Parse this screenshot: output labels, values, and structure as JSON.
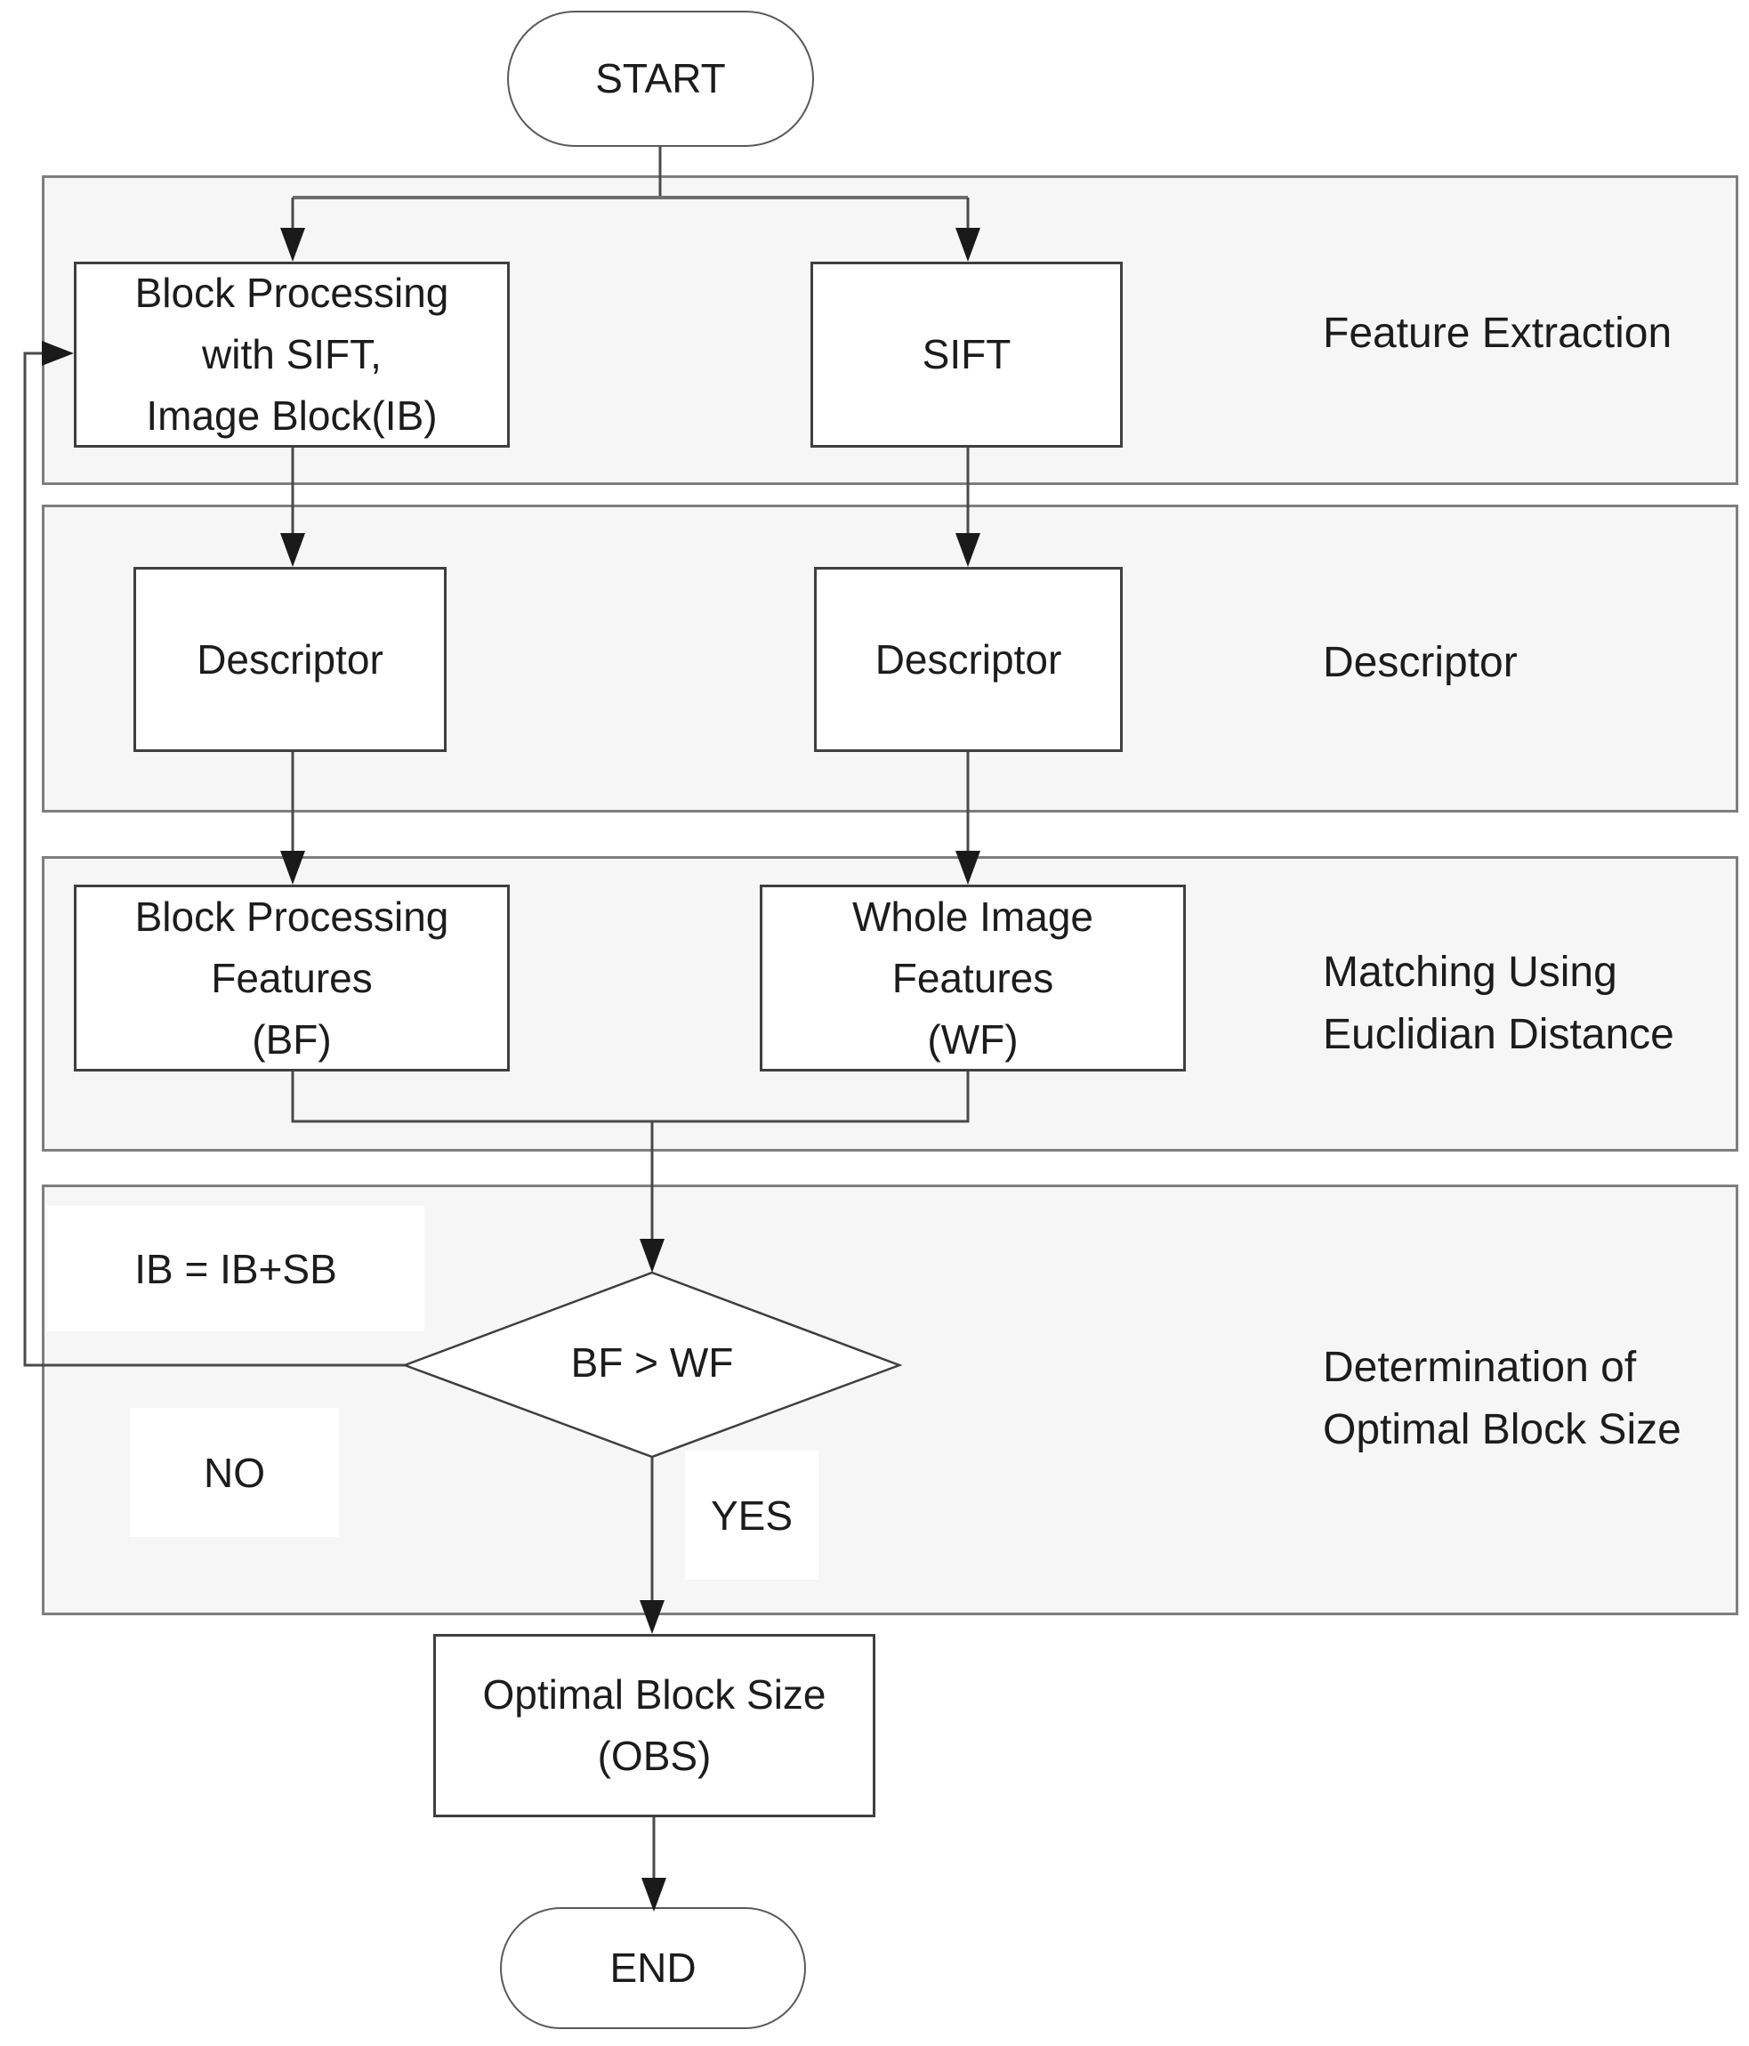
{
  "title": "Optimal block size determination flowchart",
  "nodes": {
    "start": "START",
    "block_processing": "Block Processing\nwith SIFT,\nImage Block(IB)",
    "sift": "SIFT",
    "descriptor_left": "Descriptor",
    "descriptor_right": "Descriptor",
    "block_features": "Block Processing\nFeatures\n(BF)",
    "whole_features": "Whole Image\nFeatures\n(WF)",
    "decision": "BF > WF",
    "optimal_block_size": "Optimal Block Size\n(OBS)",
    "end": "END"
  },
  "sections": [
    {
      "label": "Feature Extraction"
    },
    {
      "label": "Descriptor"
    },
    {
      "label": "Matching Using\nEuclidian Distance"
    },
    {
      "label": "Determination of\nOptimal Block Size"
    }
  ],
  "edge_labels": {
    "loop_update": "IB = IB+SB",
    "no": "NO",
    "yes": "YES"
  },
  "colors": {
    "section_fill": "#f6f6f6",
    "section_border": "#7e7e7e",
    "node_border": "#3f3f3f",
    "pill_border": "#5a5a5a",
    "line": "#4a4a4a",
    "arrowhead": "#1a1a1a",
    "text": "#1c1c1c"
  }
}
